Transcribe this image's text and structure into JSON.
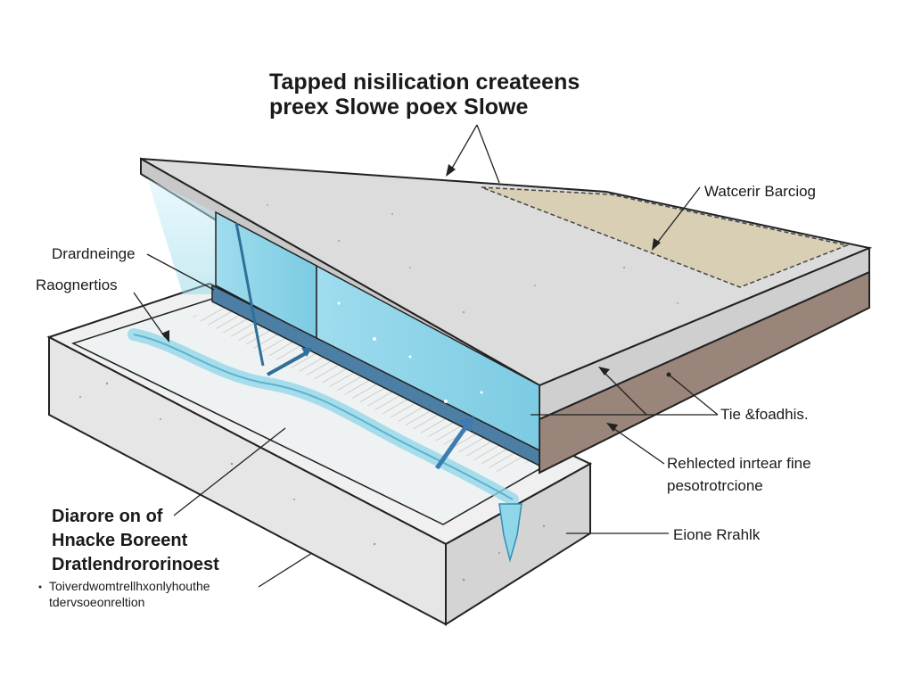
{
  "title": {
    "line1": "Tapped nisilication createens",
    "line2": "preex Slowe poex Slowe"
  },
  "labels": {
    "waterproof_backing": "Watcerir Barciog",
    "drainage": "Drardneinge",
    "reinforcements": "Raognertios",
    "tie": "Tie &foadhis.",
    "reflected_interface_line1": "Rehlected inrtear fine",
    "reflected_interface_line2": "pesotrotrcione",
    "floor_panel": "Eione Rrahlk",
    "diagram_heading_line1": "Diarore on of",
    "diagram_heading_line2": "Hnacke Boreent",
    "diagram_heading_line3": "Dratlendrororinoest",
    "footnote_line1": "Toiverdwomtrellhxonlyhouthe",
    "footnote_line2": "tdervsoeonreltion"
  },
  "colors": {
    "slab_top": "#dcdcdc",
    "slab_edge": "#c8c8c8",
    "substrate": "#9a857a",
    "membrane": "#d8cfb4",
    "water": "#8fd6e8",
    "water_dark": "#5ab2d2",
    "trough_wall": "#e3e3e3",
    "line": "#222222"
  }
}
